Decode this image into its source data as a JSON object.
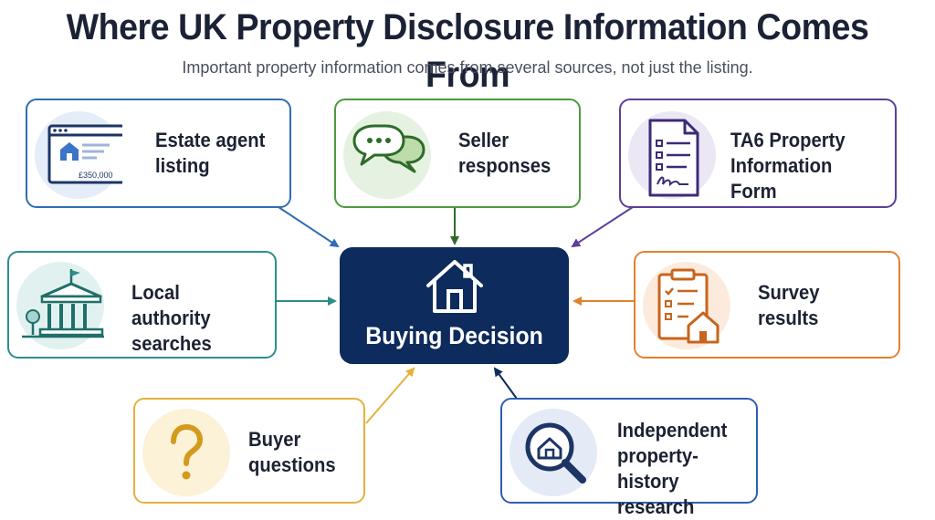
{
  "title": "Where UK Property Disclosure Information Comes From",
  "subtitle": "Important property information comes from several sources, not just the listing.",
  "center": {
    "label": "Buying Decision",
    "icon": "house-icon"
  },
  "sources": [
    {
      "id": "estate-agent-listing",
      "label": "Estate agent\nlisting",
      "icon": "listing-window-icon",
      "price": "£350,000",
      "color": "#2f6db5"
    },
    {
      "id": "seller-responses",
      "label": "Seller\nresponses",
      "icon": "speech-bubbles-icon",
      "color": "#4d9a3f"
    },
    {
      "id": "ta6-form",
      "label": "TA6 Property\nInformation Form",
      "icon": "document-form-icon",
      "color": "#5b3f9a"
    },
    {
      "id": "local-authority-searches",
      "label": "Local authority\nsearches",
      "icon": "council-building-icon",
      "color": "#2a8f8a"
    },
    {
      "id": "survey-results",
      "label": "Survey\nresults",
      "icon": "clipboard-house-icon",
      "color": "#e0832f"
    },
    {
      "id": "buyer-questions",
      "label": "Buyer\nquestions",
      "icon": "question-mark-icon",
      "color": "#e3b23c"
    },
    {
      "id": "independent-research",
      "label": "Independent\nproperty-history\nresearch",
      "icon": "magnifier-house-icon",
      "color": "#2f5fae"
    }
  ]
}
